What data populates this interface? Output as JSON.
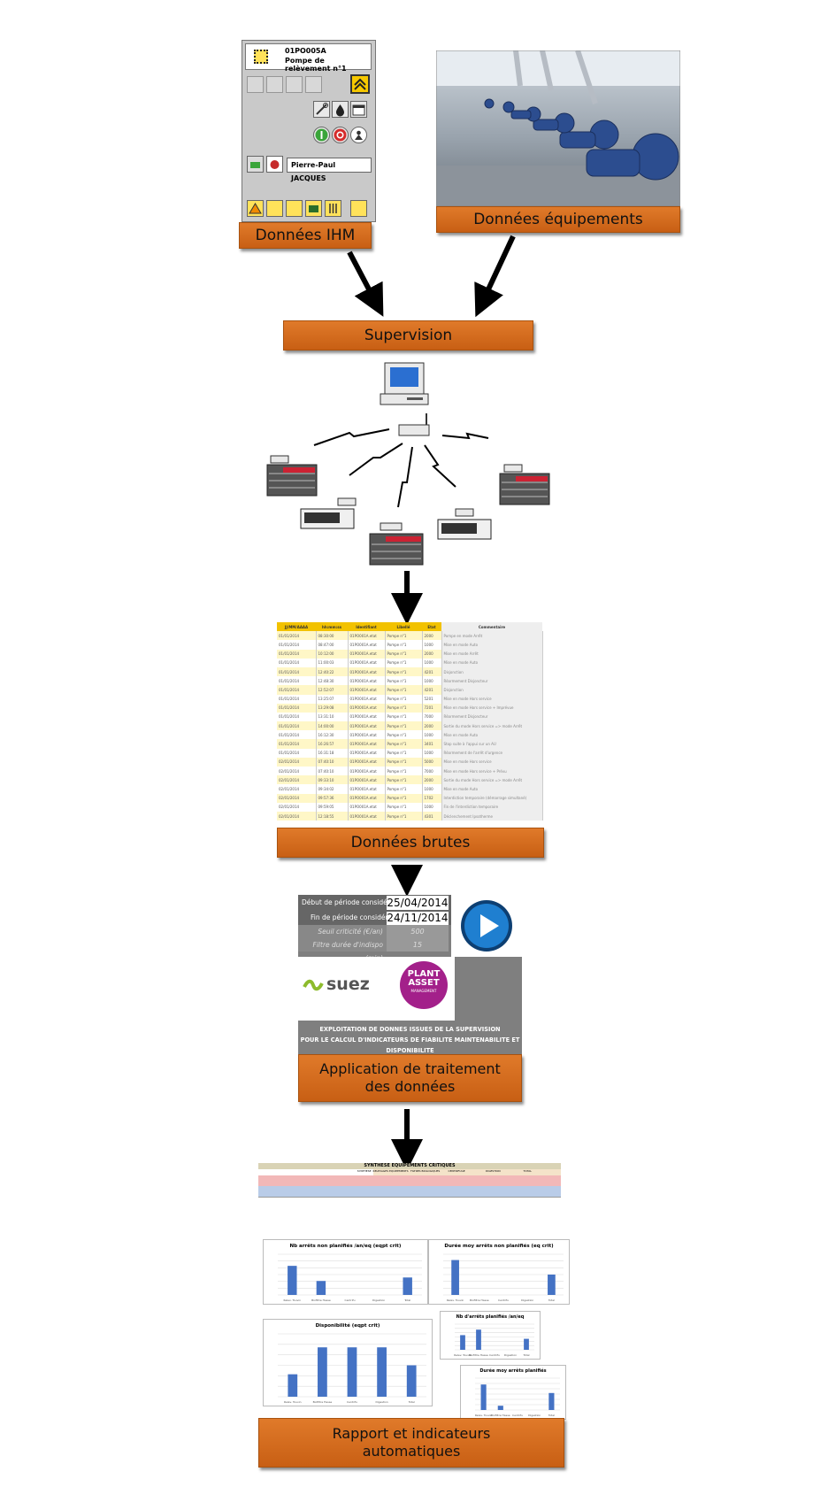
{
  "hmi": {
    "code": "01PO005A",
    "name": "Pompe de relèvement n°1",
    "user": "Pierre-Paul JACQUES"
  },
  "labels": {
    "ihm": "Données IHM",
    "equipements": "Données équipements",
    "supervision": "Supervision",
    "brutes": "Données brutes",
    "application_l1": "Application de traitement",
    "application_l2": "des données",
    "rapport_l1": "Rapport et indicateurs",
    "rapport_l2": "automatiques"
  },
  "raw_table": {
    "headers": [
      "JJ/MM/AAAA",
      "hh:mm:ss",
      "Identifiant",
      "Libellé",
      "Etat",
      "Commentaire"
    ],
    "rows": [
      [
        "01/01/2014",
        "08:30:00",
        "01PO001A.etat",
        "Pompe n°1",
        "2000",
        "Pompe en mode Arrêt"
      ],
      [
        "01/01/2014",
        "08:47:00",
        "01PO001A.etat",
        "Pompe n°1",
        "1000",
        "Mise en mode Auto"
      ],
      [
        "01/01/2014",
        "10:12:00",
        "01PO001A.etat",
        "Pompe n°1",
        "2000",
        "Mise en mode Arrêt"
      ],
      [
        "01/01/2014",
        "11:00:03",
        "01PO001A.etat",
        "Pompe n°1",
        "1000",
        "Mise en mode Auto"
      ],
      [
        "01/01/2014",
        "12:40:22",
        "01PO001A.etat",
        "Pompe n°1",
        "4201",
        "Disjonction"
      ],
      [
        "01/01/2014",
        "12:48:30",
        "01PO001A.etat",
        "Pompe n°1",
        "1000",
        "Réarmement Disjoncteur"
      ],
      [
        "01/01/2014",
        "12:52:07",
        "01PO001A.etat",
        "Pompe n°1",
        "4201",
        "Disjonction"
      ],
      [
        "01/01/2014",
        "13:25:07",
        "01PO001A.etat",
        "Pompe n°1",
        "5201",
        "Mise en mode Hors service"
      ],
      [
        "01/01/2014",
        "13:29:08",
        "01PO001A.etat",
        "Pompe n°1",
        "7201",
        "Mise en mode Hors service + Imprévue"
      ],
      [
        "01/01/2014",
        "13:31:10",
        "01PO001A.etat",
        "Pompe n°1",
        "7000",
        "Réarmement Disjoncteur"
      ],
      [
        "01/01/2014",
        "14:00:00",
        "01PO001A.etat",
        "Pompe n°1",
        "2000",
        "Sortie du mode Hors service => mode Arrêt"
      ],
      [
        "01/01/2014",
        "16:12:30",
        "01PO001A.etat",
        "Pompe n°1",
        "1000",
        "Mise en mode Auto"
      ],
      [
        "01/01/2014",
        "16:26:57",
        "01PO001A.etat",
        "Pompe n°1",
        "3401",
        "Stop suite à l'appui sur un AU"
      ],
      [
        "01/01/2014",
        "16:31:18",
        "01PO001A.etat",
        "Pompe n°1",
        "1000",
        "Réarmement de l'arrêt d'urgence"
      ],
      [
        "02/01/2014",
        "07:40:10",
        "01PO001A.etat",
        "Pompe n°1",
        "5000",
        "Mise en mode Hors service"
      ],
      [
        "02/01/2014",
        "07:40:10",
        "01PO001A.etat",
        "Pompe n°1",
        "7000",
        "Mise en mode Hors service + Prévu"
      ],
      [
        "02/01/2014",
        "09:33:10",
        "01PO001A.etat",
        "Pompe n°1",
        "2000",
        "Sortie du mode Hors service => mode Arrêt"
      ],
      [
        "02/01/2014",
        "09:34:02",
        "01PO001A.etat",
        "Pompe n°1",
        "1000",
        "Mise en mode Auto"
      ],
      [
        "02/01/2014",
        "09:57:36",
        "01PO001A.etat",
        "Pompe n°1",
        "1702",
        "Interdiction temporaire (démarrage simultané)"
      ],
      [
        "02/01/2014",
        "09:59:05",
        "01PO001A.etat",
        "Pompe n°1",
        "1000",
        "Fin de l'interdiction temporaire"
      ],
      [
        "02/01/2014",
        "12:18:55",
        "01PO001A.etat",
        "Pompe n°1",
        "4301",
        "Déclenchement Ipsotherme"
      ]
    ]
  },
  "app_panel": {
    "debut_label": "Début de période considérée",
    "debut_value": "25/04/2014",
    "fin_label": "Fin de période considérée",
    "fin_value": "24/11/2014",
    "seuil_label": "Seuil criticité (€/an)",
    "seuil_value": "500",
    "filtre_label": "Filtre durée d'indispo (min)",
    "filtre_value": "15",
    "brand": "suez",
    "badge_l1": "PLANT",
    "badge_l2": "ASSET",
    "badge_l3": "MANAGEMENT",
    "desc_l1": "EXPLOITATION DE DONNES ISSUES DE LA SUPERVISION",
    "desc_l2": "POUR LE CALCUL D'INDICATEURS DE FIABILITE MAINTENABILITE  ET",
    "desc_l3": "DISPONIBILITE",
    "colors": {
      "panel": "#7f7f7f",
      "suez_green": "#8dbb2c",
      "badge": "#a3208a"
    }
  },
  "report": {
    "table_title": "SYNTHESE EQUIPEMENTS CRITIQUES",
    "columns": [
      "SYNTHESE",
      "RELEVAGES EQUIPEMENTS",
      "FILTRES BIOLOGIQUES",
      "CENTRIFUGE",
      "DIGESTION",
      "TOTAL"
    ]
  },
  "chart_data": [
    {
      "type": "bar",
      "title": "Nb arrêts non planifiés /an/eq (eqpt crit)",
      "categories": [
        "Relev. Touvin",
        "Biofiltre Hasse",
        "Centrifu",
        "Digestion",
        "Total"
      ],
      "values": [
        2.5,
        1.2,
        0,
        0,
        1.5
      ],
      "ylim": [
        0,
        3.5
      ]
    },
    {
      "type": "bar",
      "title": "Durée moy arrêts non planifiés (eq crit)",
      "categories": [
        "Relev. Touvin",
        "Biofiltre Hasse",
        "Centrifu",
        "Digestion",
        "Total"
      ],
      "values": [
        60,
        0,
        0,
        0,
        35
      ],
      "ylim": [
        0,
        70
      ]
    },
    {
      "type": "bar",
      "title": "Disponibilité (eqpt crit)",
      "categories": [
        "Relev. Touvin",
        "Biofiltre Hasse",
        "Centrifu",
        "Digestion",
        "Total"
      ],
      "values": [
        0.5,
        1.1,
        1.1,
        1.1,
        0.7
      ],
      "ylim": [
        0,
        1.4
      ]
    },
    {
      "type": "bar",
      "title": "Nb d'arrêts planifiés /an/eq",
      "categories": [
        "Relev. Touvin",
        "Biofiltre Hasse",
        "Centrifu",
        "Digestion",
        "Total"
      ],
      "values": [
        0.8,
        1.1,
        0,
        0,
        0.6
      ],
      "ylim": [
        0,
        1.4
      ]
    },
    {
      "type": "bar",
      "title": "Durée moy arrêts planifiés",
      "categories": [
        "Relev. Touvin",
        "Biofiltre Hasse",
        "Centrifu",
        "Digestion",
        "Total"
      ],
      "values": [
        1.2,
        0.2,
        0,
        0,
        0.8
      ],
      "ylim": [
        0,
        1.5
      ]
    }
  ]
}
